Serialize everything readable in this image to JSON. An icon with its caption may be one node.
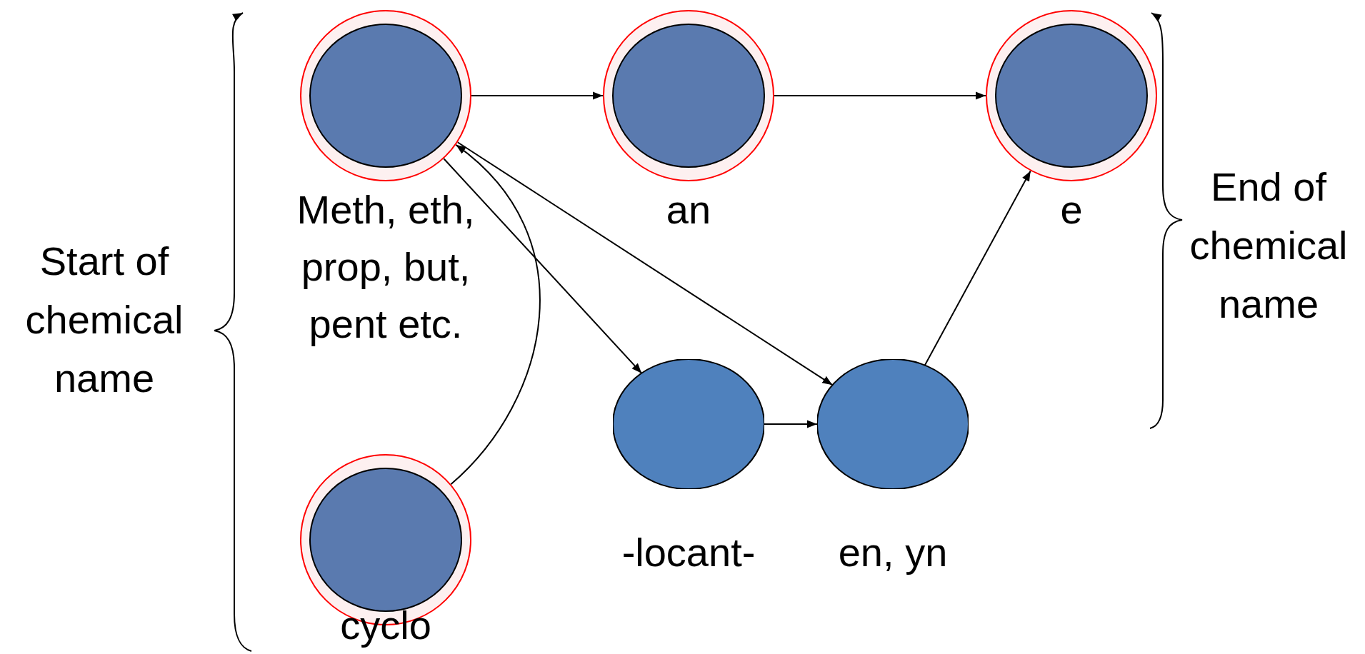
{
  "diagram": {
    "nodes": [
      {
        "text": [
          "Meth, eth, prop, but, pent etc."
        ]
      },
      {
        "text": [
          "an"
        ]
      },
      {
        "text": [
          "e"
        ]
      },
      {
        "text": [
          "cyclo"
        ]
      },
      {
        "text": [
          "-locant-"
        ]
      },
      {
        "text": [
          "en, yn"
        ]
      }
    ],
    "edges": [
      {
        "from": 0,
        "to": 1,
        "arrow": "to"
      },
      {
        "from": 1,
        "to": 2,
        "arrow": "to"
      },
      {
        "from": 0,
        "to": 4,
        "arrow": "to"
      },
      {
        "from": 0,
        "to": 5,
        "arrow": "to"
      },
      {
        "from": 3,
        "to": 0,
        "arrow": "to"
      },
      {
        "from": 4,
        "to": 5,
        "arrow": "to"
      },
      {
        "from": 5,
        "to": 2,
        "arrow": "to"
      }
    ],
    "labels": [
      "Start of chemical name",
      "End of chemical name"
    ]
  }
}
